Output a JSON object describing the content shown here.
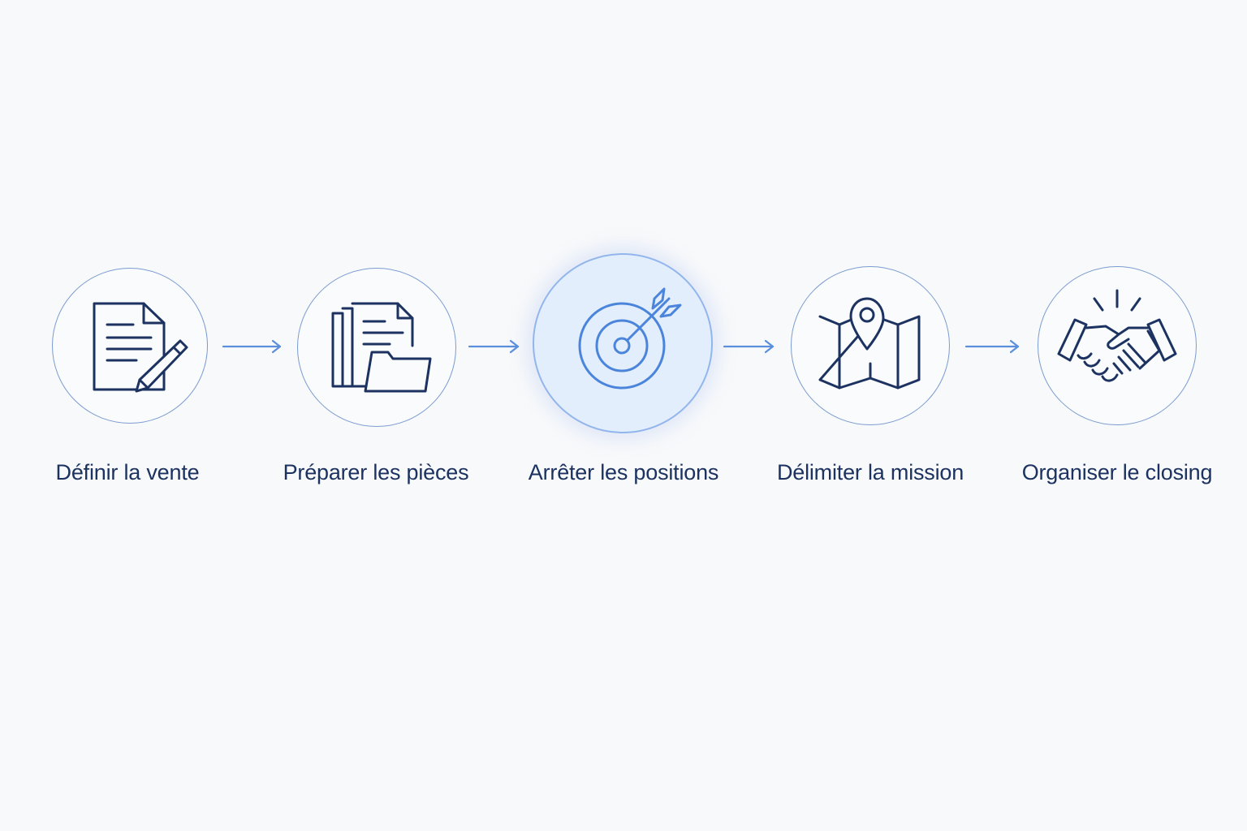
{
  "process": {
    "steps": [
      {
        "label": "Définir la vente",
        "icon": "document-pencil-icon",
        "active": false
      },
      {
        "label": "Préparer les pièces",
        "icon": "documents-folder-icon",
        "active": false
      },
      {
        "label": "Arrêter les positions",
        "icon": "target-arrow-icon",
        "active": true
      },
      {
        "label": "Délimiter la mission",
        "icon": "map-pin-icon",
        "active": false
      },
      {
        "label": "Organiser le closing",
        "icon": "handshake-icon",
        "active": false
      }
    ],
    "colors": {
      "icon_stroke": "#1c3260",
      "active_icon_stroke": "#4a85db",
      "circle_border": "#7a9bd0",
      "active_circle_fill": "#e3eefd",
      "arrow": "#5b8fdc",
      "label_text": "#1c3260",
      "background": "#f8f9fb"
    }
  }
}
